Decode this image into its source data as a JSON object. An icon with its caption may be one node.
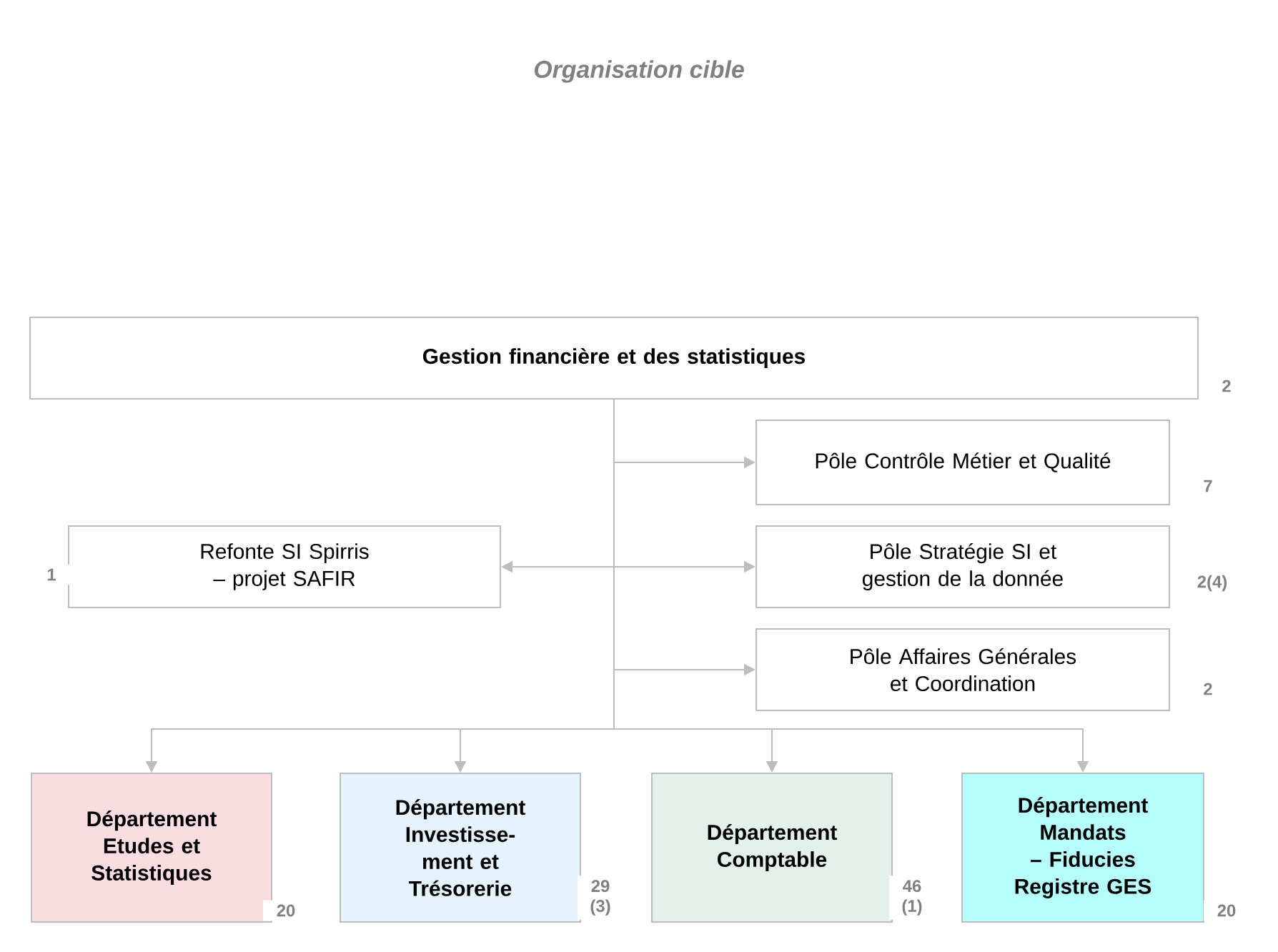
{
  "diagram": {
    "title": "Organisation cible",
    "nodes": [
      {
        "text": [
          "Gestion financière et des statistiques"
        ],
        "beside": [
          "2"
        ]
      },
      {
        "text": [
          "Pôle Contrôle Métier et Qualité"
        ],
        "beside": [
          "7"
        ]
      },
      {
        "text": [
          "Refonte SI Spirris – projet SAFIR"
        ],
        "beside": [
          "1"
        ]
      },
      {
        "text": [
          "Pôle Stratégie SI et gestion de la donnée"
        ],
        "beside": [
          "2(4)"
        ]
      },
      {
        "text": [
          "Pôle Affaires Générales et Coordination"
        ],
        "beside": [
          "2"
        ]
      },
      {
        "text": [
          "Département Etudes et Statistiques"
        ],
        "beside": [
          "20"
        ]
      },
      {
        "text": [
          "Département Investisse- ment et Trésorerie"
        ],
        "beside": [
          "29 (3)"
        ]
      },
      {
        "text": [
          "Département Comptable"
        ],
        "beside": [
          "46 (1)"
        ]
      },
      {
        "text": [
          "Département Mandats – Fiducies Registre GES"
        ],
        "beside": [
          "20"
        ]
      }
    ],
    "edges": [
      {
        "from": 0,
        "to": 1,
        "arrow": "to"
      },
      {
        "from": 0,
        "to": 2,
        "arrow": "to"
      },
      {
        "from": 0,
        "to": 3,
        "arrow": "to"
      },
      {
        "from": 0,
        "to": 4,
        "arrow": "to"
      },
      {
        "from": 0,
        "to": 5,
        "arrow": "to"
      },
      {
        "from": 0,
        "to": 6,
        "arrow": "to"
      },
      {
        "from": 0,
        "to": 7,
        "arrow": "to"
      },
      {
        "from": 0,
        "to": 8,
        "arrow": "to"
      }
    ]
  }
}
